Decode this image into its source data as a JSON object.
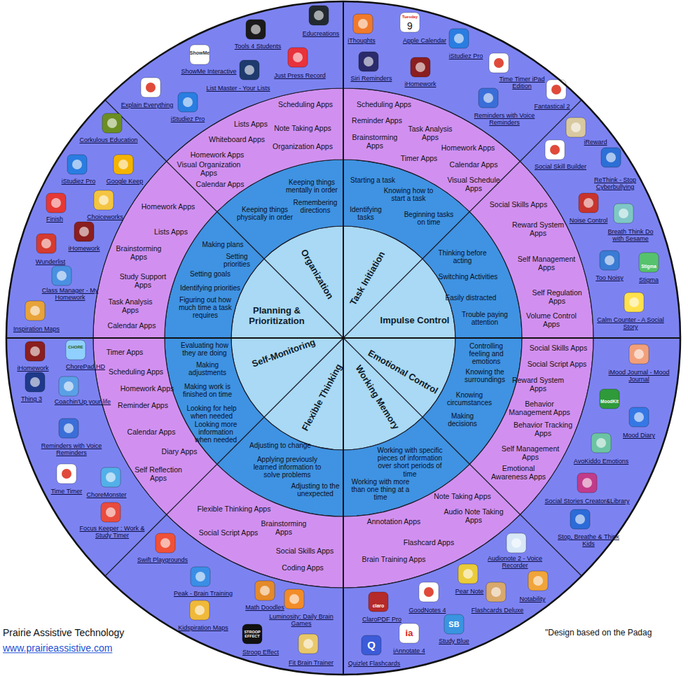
{
  "diagram": {
    "nodes": [
      {
        "text": [
          "Organization"
        ]
      },
      {
        "text": [
          "Task Initiation"
        ]
      },
      {
        "text": [
          "Impulse Control"
        ]
      },
      {
        "text": [
          "Emotional Control"
        ]
      },
      {
        "text": [
          "Working Memory"
        ]
      },
      {
        "text": [
          "Flexible Thinking"
        ]
      },
      {
        "text": [
          "Self-Monitoring"
        ]
      },
      {
        "text": [
          "Planning & Prioritization"
        ]
      },
      {
        "text": [
          "Keeping things mentally in order",
          "Remembering directions",
          "Keeping things physically in order"
        ]
      },
      {
        "text": [
          "Starting a task",
          "Knowing how to start a task",
          "Identifying tasks",
          "Beginning tasks on time"
        ]
      },
      {
        "text": [
          "Thinking before acting",
          "Switching Activities",
          "Easily distracted",
          "Trouble paying attention"
        ]
      },
      {
        "text": [
          "Controlling feeling and emotions",
          "Knowing the surroundings",
          "Knowing circumstances",
          "Making decisions"
        ]
      },
      {
        "text": [
          "Working with specific pieces of information over short periods of time",
          "Working with more than one thing at a time"
        ]
      },
      {
        "text": [
          "Adjusting to change",
          "Applying previously learned information to solve problems",
          "Adjusting to the unexpected"
        ]
      },
      {
        "text": [
          "Evaluating how they are doing",
          "Making adjustments",
          "Making work is finished on time",
          "Looking for help when needed",
          "Looking more information when needed"
        ]
      },
      {
        "text": [
          "Making plans",
          "Setting priorities",
          "Setting goals",
          "Identifying priorities",
          "Figuring out how much time a task requires"
        ]
      },
      {
        "text": [
          "Scheduling Apps",
          "Lists Apps",
          "Note Taking Apps",
          "Whiteboard Apps",
          "Organization Apps",
          "Homework Apps",
          "Visual Organization Apps",
          "Calendar Apps"
        ]
      },
      {
        "text": [
          "Scheduling Apps",
          "Reminder Apps",
          "Task Analysis Apps",
          "Brainstorming Apps",
          "Homework Apps",
          "Timer Apps",
          "Calendar Apps",
          "Visual Schedule Apps"
        ]
      },
      {
        "text": [
          "Social Skills Apps",
          "Reward System Apps",
          "Self Management Apps",
          "Self Regulation Apps",
          "Volume Control Apps"
        ]
      },
      {
        "text": [
          "Social Skills Apps",
          "Social Script Apps",
          "Reward System Apps",
          "Behavior Management Apps",
          "Behavior Tracking Apps",
          "Self Management Apps",
          "Emotional Awareness Apps"
        ]
      },
      {
        "text": [
          "Note Taking Apps",
          "Audio Note Taking Apps",
          "Annotation Apps",
          "Flashcard Apps",
          "Brain Training Apps"
        ]
      },
      {
        "text": [
          "Flexible Thinking Apps",
          "Brainstorming Apps",
          "Social Script Apps",
          "Social Skills Apps",
          "Coding Apps"
        ]
      },
      {
        "text": [
          "Timer Apps",
          "Scheduling Apps",
          "Homework Apps",
          "Reminder Apps",
          "Calendar Apps",
          "Diary Apps",
          "Self Reflection Apps"
        ]
      },
      {
        "text": [
          "Homework Apps",
          "Lists Apps",
          "Brainstorming Apps",
          "Study Support Apps",
          "Task Analysis Apps",
          "Calendar Apps"
        ]
      },
      {
        "text": [
          "Tools 4 Students",
          "Educreations",
          "ShowMe Interactive",
          "Just Press Record",
          "List Master - Your Lists",
          "Explain Everything",
          "iStudiez Pro"
        ]
      },
      {
        "text": [
          "iThoughts",
          "Apple Calendar",
          "iStudiez Pro",
          "Siri Reminders",
          "iHomework",
          "Time Timer iPad Edition",
          "Reminders with Voice Reminders",
          "Fantastical 2"
        ]
      },
      {
        "text": [
          "iReward",
          "Social Skill Builder",
          "ReThink - Stop Cyberbullying",
          "Noise Control",
          "Breath Think Do with Sesame",
          "Too Noisy",
          "Stigma",
          "Calm Counter - A Social Story"
        ]
      },
      {
        "text": [
          "iMood Journal - Mood Journal",
          "Mood Diary",
          "AvoKiddo Emotions",
          "Social Stories Creator&Library",
          "Stop, Breathe & Think Kids"
        ]
      },
      {
        "text": [
          "Audionote 2 - Voice Recorder",
          "Pear Note",
          "Notability",
          "GoodNotes 4",
          "Flashcards Deluxe",
          "ClaroPDF Pro",
          "Study Blue",
          "iAnnotate 4",
          "Quizlet Flashcards"
        ]
      },
      {
        "text": [
          "Swift Playgrounds",
          "Peak - Brain Training",
          "Math Doodles",
          "Kidspiration Maps",
          "Luminosity: Daily Brain Games",
          "Stroop Effect",
          "Fit Brain Trainer"
        ]
      },
      {
        "text": [
          "iHomework",
          "ChorePad HD",
          "Thing 3",
          "Coachin'Up your life",
          "Reminders with Voice Reminders",
          "Time Timer",
          "ChoreMonster",
          "Focus Keeper : Work & Study Timer"
        ]
      },
      {
        "text": [
          "Corkulous Education",
          "iStudiez Pro",
          "Google Keep",
          "Finish",
          "Choiceworks",
          "iHomework",
          "Wunderlist",
          "Class Manager - My Homework",
          "Inspiration Maps"
        ]
      }
    ],
    "labels": [
      "Tuesday",
      "9",
      "ShowMe",
      "CHORE",
      "Stigma",
      "MoodKit",
      "claro",
      "SB",
      "ia",
      "Q",
      "STROOP EFFECT",
      "Prairie Assistive Technology",
      "www.prairieassistive.com",
      "\"Design based on the Padag"
    ]
  }
}
